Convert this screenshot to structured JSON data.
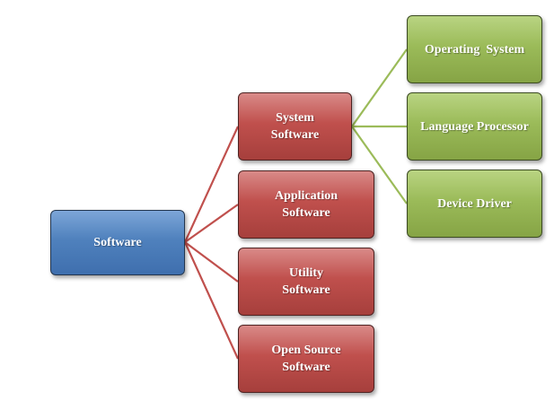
{
  "colors": {
    "root": "#4f81bd",
    "level1": "#c0504d",
    "level2": "#9bbb59",
    "line_red": "#c0504d",
    "line_green": "#9bbb59"
  },
  "root": {
    "label": "Software"
  },
  "categories": [
    {
      "label": "System\nSoftware"
    },
    {
      "label": "Application\nSoftware"
    },
    {
      "label": "Utility\nSoftware"
    },
    {
      "label": "Open Source\nSoftware"
    }
  ],
  "system_software_children": [
    {
      "label": "Operating  System"
    },
    {
      "label": "Language Processor"
    },
    {
      "label": "Device Driver"
    }
  ]
}
